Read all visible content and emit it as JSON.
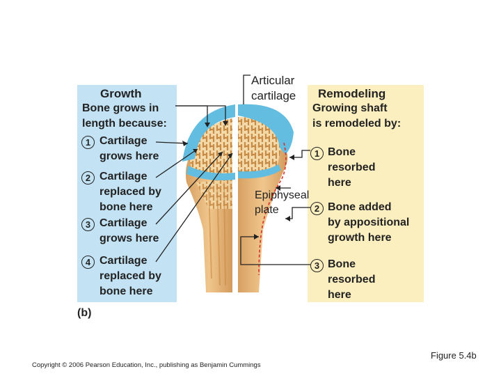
{
  "growth": {
    "title": "Growth",
    "intro_line1": "Bone grows in",
    "intro_line2": "length because:",
    "steps": [
      {
        "num": "1",
        "line1": "Cartilage",
        "line2": "grows here",
        "line3": ""
      },
      {
        "num": "2",
        "line1": "Cartilage",
        "line2": "replaced by",
        "line3": "bone here"
      },
      {
        "num": "3",
        "line1": "Cartilage",
        "line2": "grows here",
        "line3": ""
      },
      {
        "num": "4",
        "line1": "Cartilage",
        "line2": "replaced by",
        "line3": "bone here"
      }
    ]
  },
  "remodeling": {
    "title": "Remodeling",
    "intro_line1": "Growing shaft",
    "intro_line2": "is remodeled by:",
    "steps": [
      {
        "num": "1",
        "line1": "Bone",
        "line2": "resorbed",
        "line3": "here"
      },
      {
        "num": "2",
        "line1": "Bone added",
        "line2": "by appositional",
        "line3": "growth here"
      },
      {
        "num": "3",
        "line1": "Bone",
        "line2": "resorbed",
        "line3": "here"
      }
    ]
  },
  "labels": {
    "articular_line1": "Articular",
    "articular_line2": "cartilage",
    "epiphyseal_line1": "Epiphyseal",
    "epiphyseal_line2": "plate",
    "panel_b": "(b)",
    "figure": "Figure 5.4b",
    "copyright": "Copyright © 2006 Pearson Education, Inc., publishing as Benjamin Cummings"
  },
  "colors": {
    "growth_panel": "#c3e3f4",
    "remodel_panel": "#fbeebf",
    "cartilage": "#62bde0",
    "bone": "#e9b77a",
    "bone_dark": "#c98a45",
    "resorption_line": "#d9302c"
  }
}
